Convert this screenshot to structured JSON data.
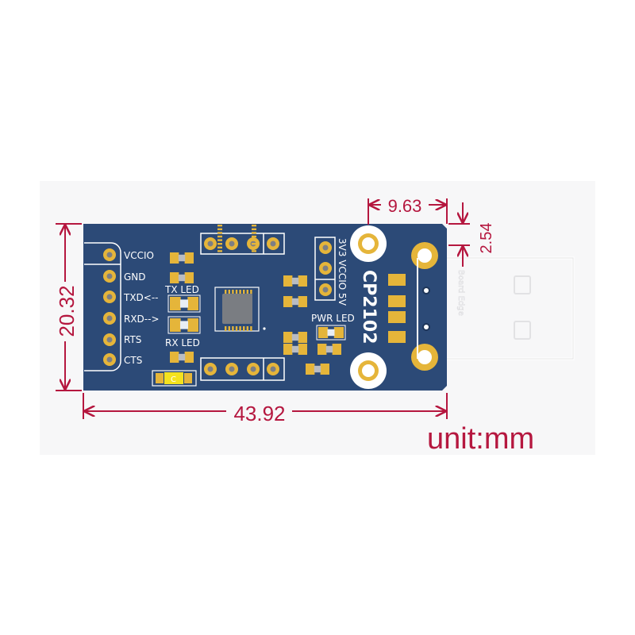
{
  "colors": {
    "board": "#2c4a77",
    "gold": "#e5b53a",
    "dimension": "#b5173f",
    "silkscreen": "#ffffff",
    "capacitor": "#f4e21e"
  },
  "board": {
    "chip_label": "CP2102",
    "pin_labels": [
      "VCCIO",
      "GND",
      "TXD<--",
      "RXD-->",
      "RTS",
      "CTS"
    ],
    "tx_led": "TX LED",
    "rx_led": "RX LED",
    "pwr_led": "PWR LED",
    "jumper_label": "3V3 VCCIO 5V",
    "capacitor_label": "C",
    "board_edge_label": "Board Edge"
  },
  "dimensions": {
    "height": "20.32",
    "width": "43.92",
    "connector_offset": "9.63",
    "edge_offset": "2.54",
    "unit": "unit:mm"
  }
}
